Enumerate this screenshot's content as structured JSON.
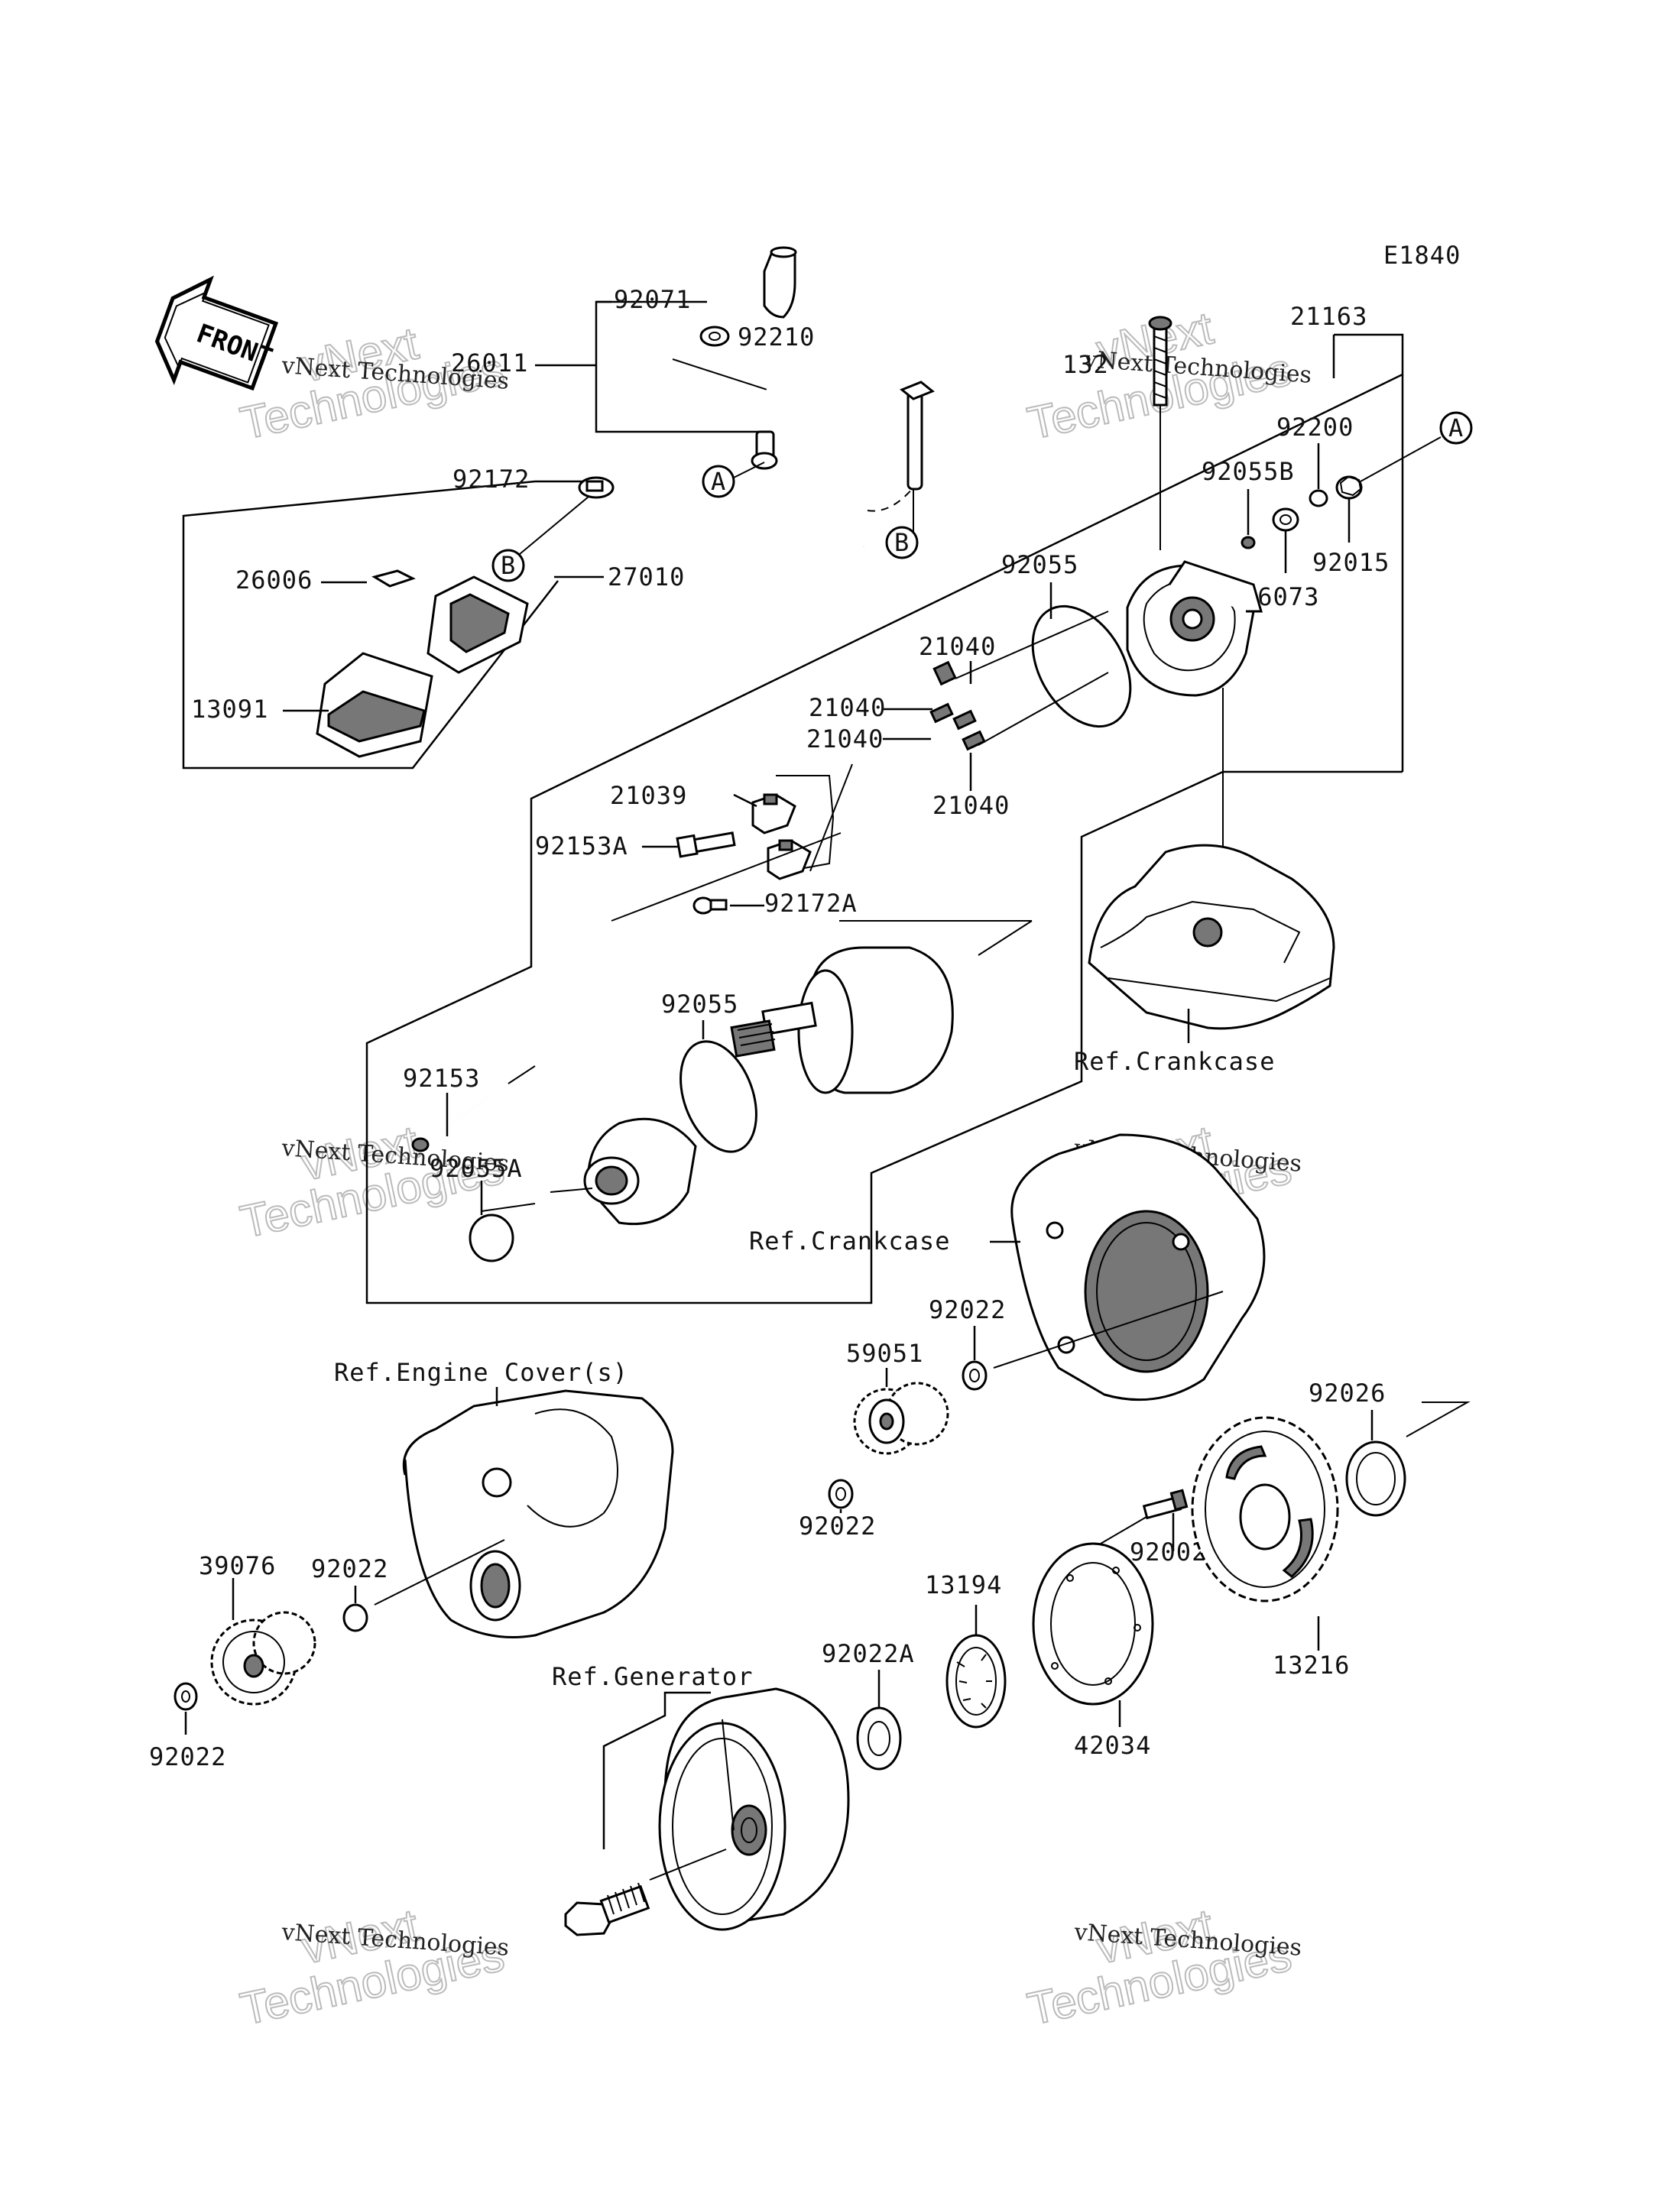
{
  "diagram_code": "E1840",
  "front_label": "FRONT",
  "callout_letters": {
    "a": "A",
    "b": "B"
  },
  "watermark": {
    "line1": "vNext Technologies",
    "big1": "vNext",
    "big2": "Technologies"
  },
  "parts": {
    "p92071": "92071",
    "p92210": "92210",
    "p26011": "26011",
    "p92172": "92172",
    "p26006": "26006",
    "p27010": "27010",
    "p13091": "13091",
    "p21163": "21163",
    "p132": "132",
    "p92200": "92200",
    "p92055B": "92055B",
    "p92015": "92015",
    "p16073": "16073",
    "p92055_top": "92055",
    "p21040_a": "21040",
    "p21040_b": "21040",
    "p21040_c": "21040",
    "p21040_d": "21040",
    "p21039": "21039",
    "p92153A": "92153A",
    "p92172A": "92172A",
    "p92055_mid": "92055",
    "p92153": "92153",
    "p92055A": "92055A",
    "p92022_a": "92022",
    "p59051": "59051",
    "p92026": "92026",
    "p92022_b": "92022",
    "p92022_c": "92022",
    "p39076": "39076",
    "p92002": "92002",
    "p13194": "13194",
    "p92022A": "92022A",
    "p13216": "13216",
    "p92022_d": "92022",
    "p42034": "42034"
  },
  "refs": {
    "crankcase_top": "Ref.Crankcase",
    "crankcase_mid": "Ref.Crankcase",
    "engine_cover": "Ref.Engine Cover(s)",
    "generator": "Ref.Generator"
  }
}
